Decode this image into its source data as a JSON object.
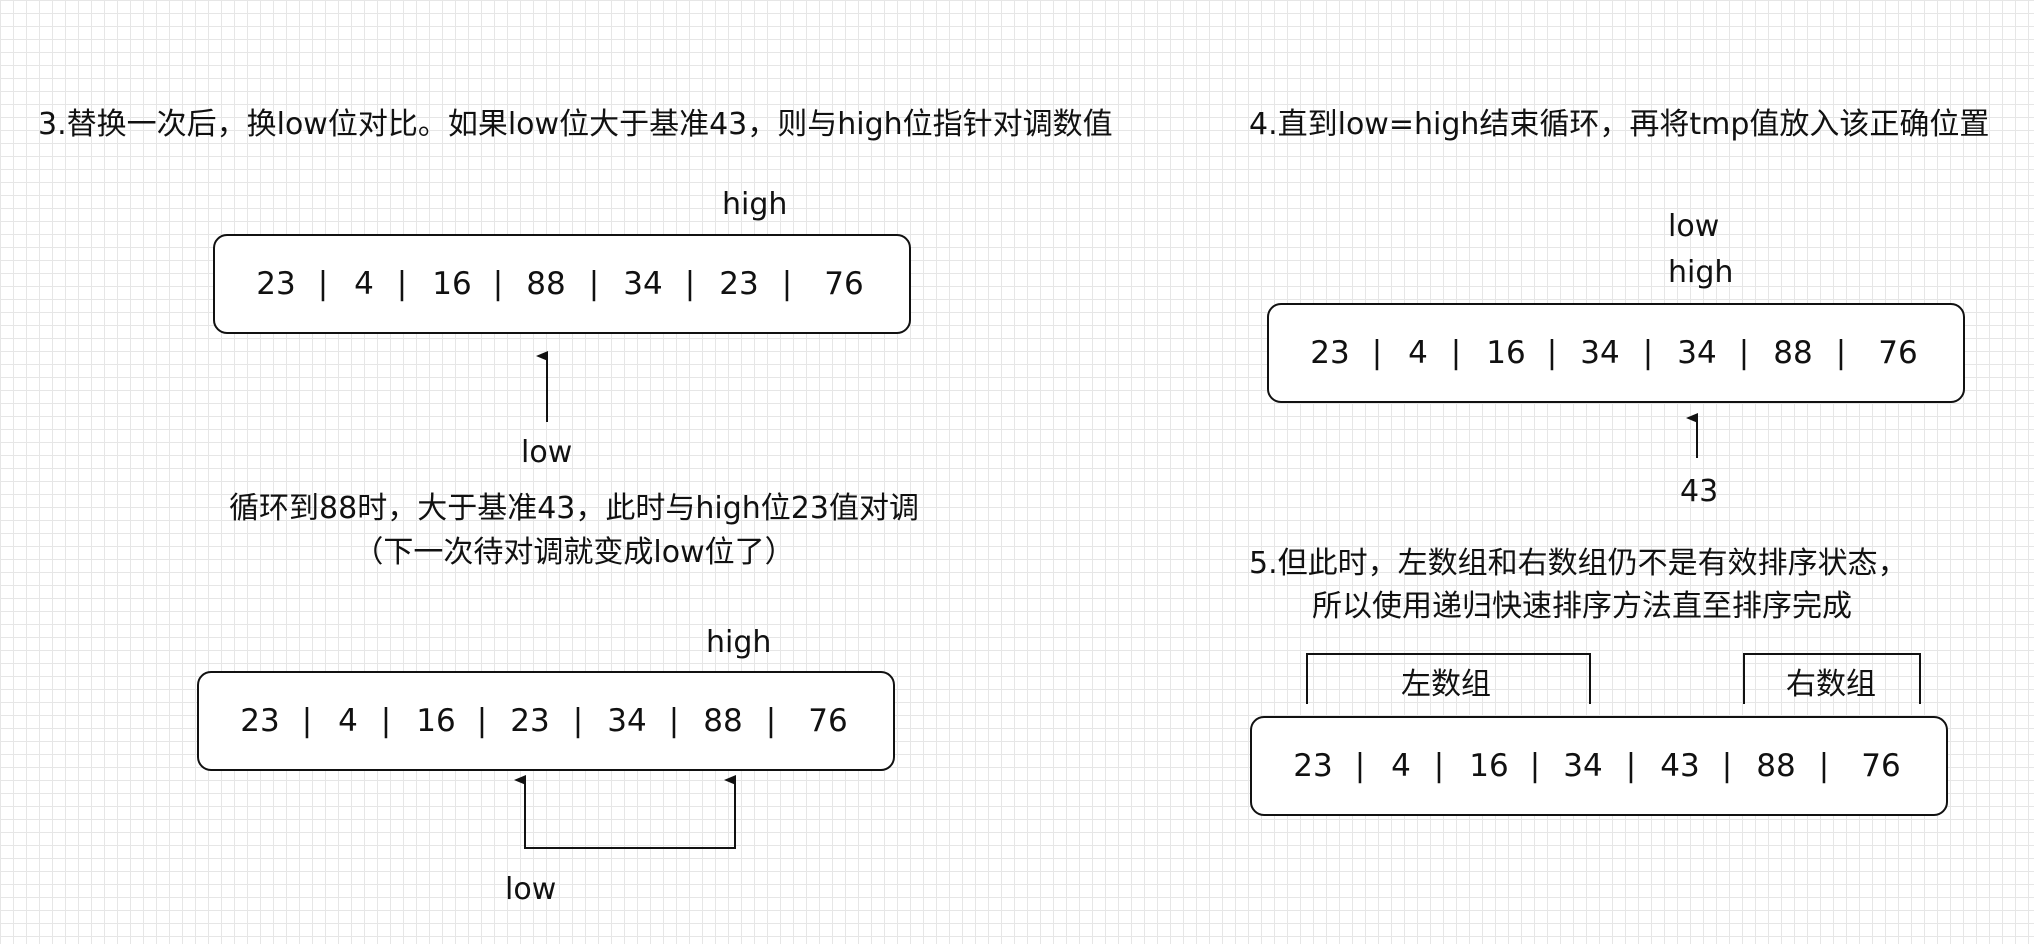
{
  "step3": {
    "heading": "3.替换一次后，换low位对比。如果low位大于基准43，则与high位指针对调数值",
    "array1": [
      "23",
      "4",
      "16",
      "88",
      "34",
      "23",
      "76"
    ],
    "array1_high_label": "high",
    "array1_low_label": "low",
    "note_line1": "循环到88时，大于基准43，此时与high位23值对调",
    "note_line2": "（下一次待对调就变成low位了）",
    "array2": [
      "23",
      "4",
      "16",
      "23",
      "34",
      "88",
      "76"
    ],
    "array2_high_label": "high",
    "array2_low_label": "low"
  },
  "step4": {
    "heading": "4.直到low=high结束循环，再将tmp值放入该正确位置",
    "low_label": "low",
    "high_label": "high",
    "array": [
      "23",
      "4",
      "16",
      "34",
      "34",
      "88",
      "76"
    ],
    "pivot_label": "43"
  },
  "step5": {
    "heading_line1": "5.但此时，左数组和右数组仍不是有效排序状态，",
    "heading_line2": "所以使用递归快速排序方法直至排序完成",
    "left_group_label": "左数组",
    "right_group_label": "右数组",
    "array": [
      "23",
      "4",
      "16",
      "34",
      "43",
      "88",
      "76"
    ]
  },
  "separator": "|"
}
